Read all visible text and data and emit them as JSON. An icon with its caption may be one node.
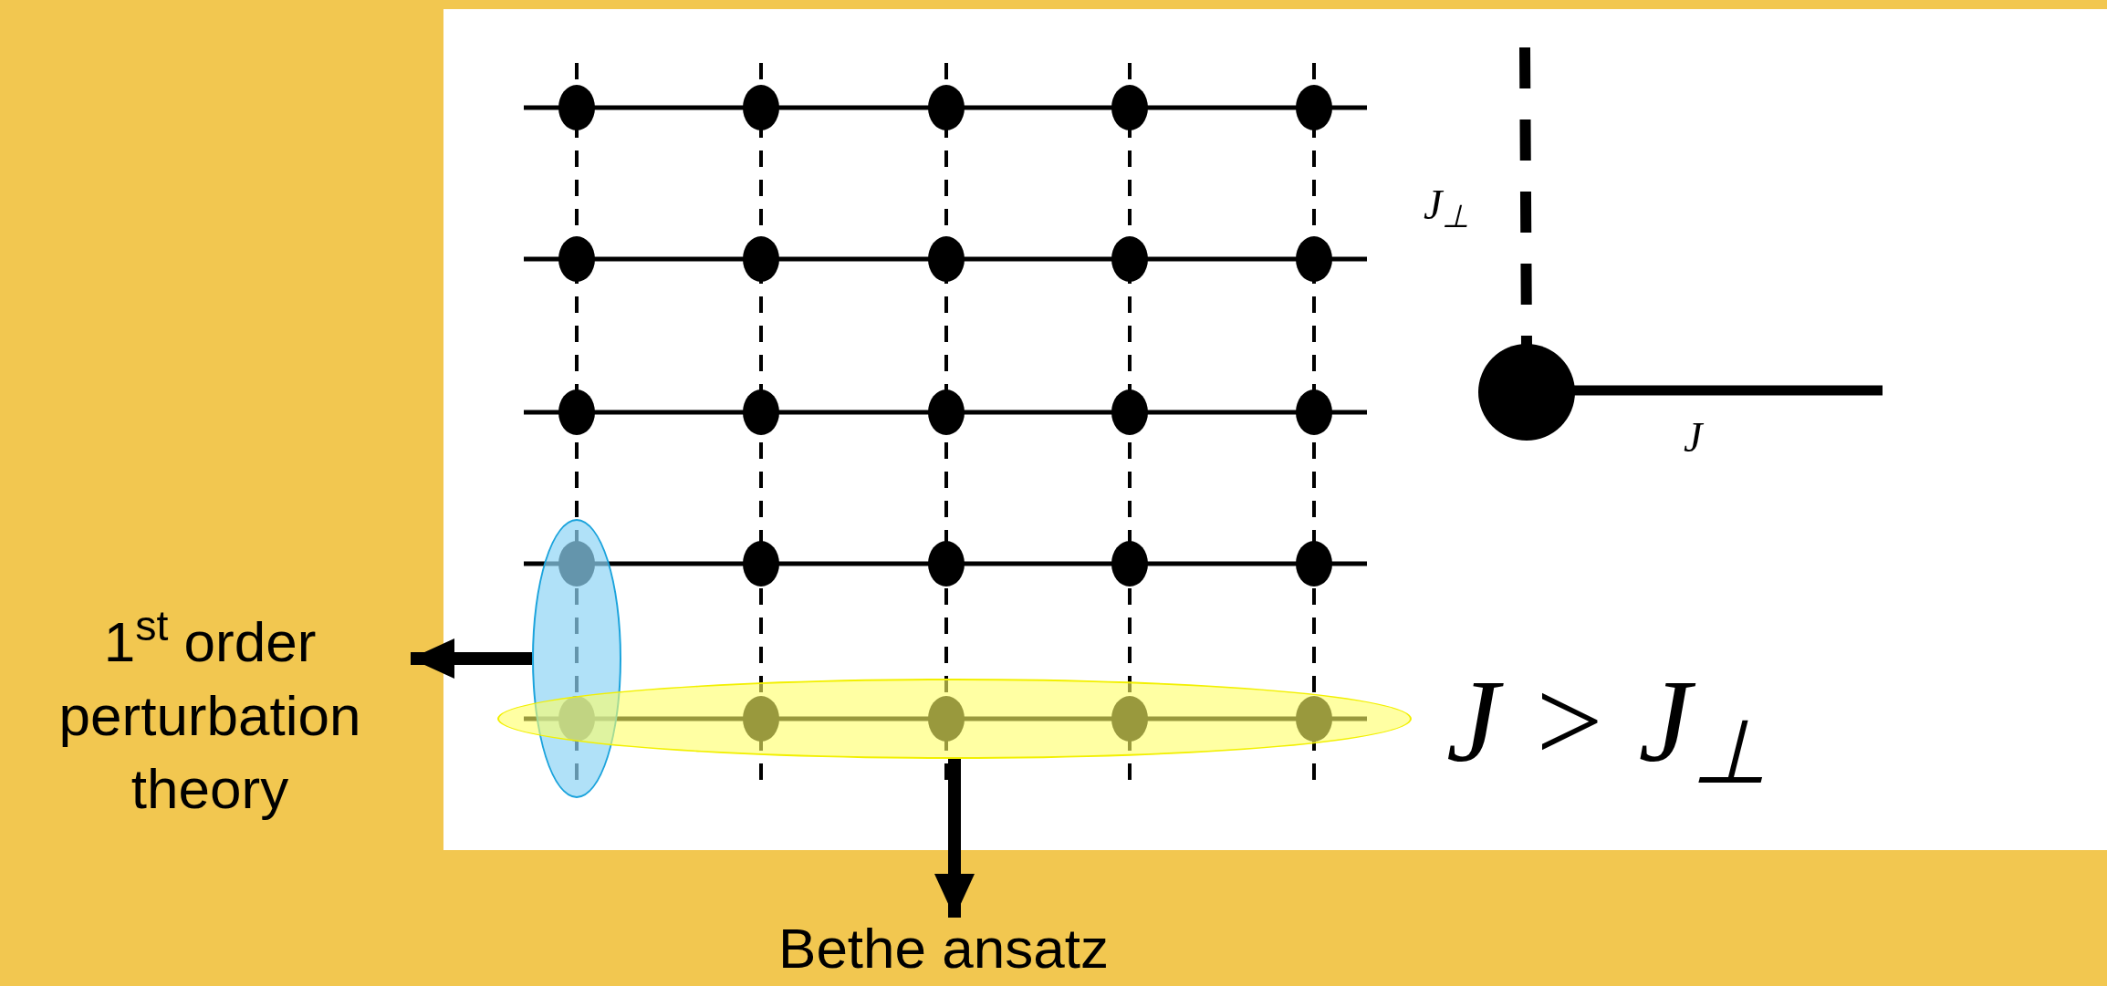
{
  "diagram": {
    "nodes": [
      {
        "text": [
          "1$^{st}$ order perturbation theory"
        ]
      },
      {
        "text": [],
        "shape": "ellipse"
      },
      {
        "text": [],
        "shape": "ellipse"
      },
      {
        "text": [
          "Bethe ansatz"
        ]
      }
    ],
    "edges": [
      {
        "from": 1,
        "to": 0,
        "arrow": "to"
      },
      {
        "from": 2,
        "to": 3,
        "arrow": "to"
      }
    ],
    "labels": [
      "J$_{⊥}$",
      "J",
      "J > J$_{⊥}$"
    ]
  }
}
